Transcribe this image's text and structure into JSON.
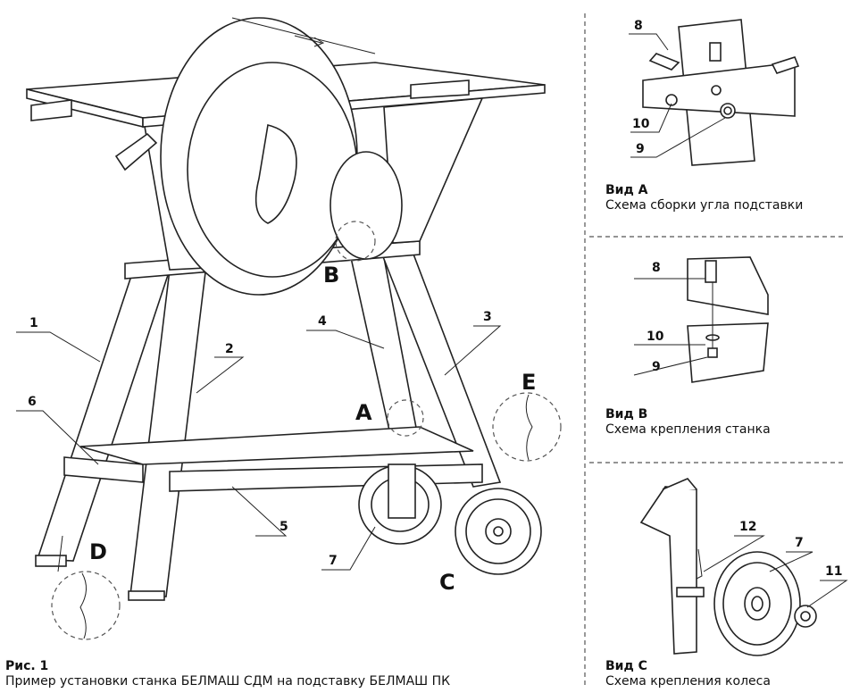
{
  "figure": {
    "caption_title": "Рис. 1",
    "caption_text": "Пример установки станка БЕЛМАШ СДМ на подставку БЕЛМАШ ПК"
  },
  "main_drawing": {
    "part_numbers": [
      "1",
      "2",
      "3",
      "4",
      "5",
      "6",
      "7"
    ],
    "view_letters": [
      "A",
      "B",
      "C",
      "D",
      "E"
    ]
  },
  "views": [
    {
      "title": "Вид А",
      "caption": "Схема сборки угла подставки",
      "parts": [
        "8",
        "10",
        "9"
      ]
    },
    {
      "title": "Вид В",
      "caption": "Схема крепления станка",
      "parts": [
        "8",
        "10",
        "9"
      ]
    },
    {
      "title": "Вид С",
      "caption": "Схема крепления колеса",
      "parts": [
        "12",
        "7",
        "11"
      ]
    }
  ]
}
